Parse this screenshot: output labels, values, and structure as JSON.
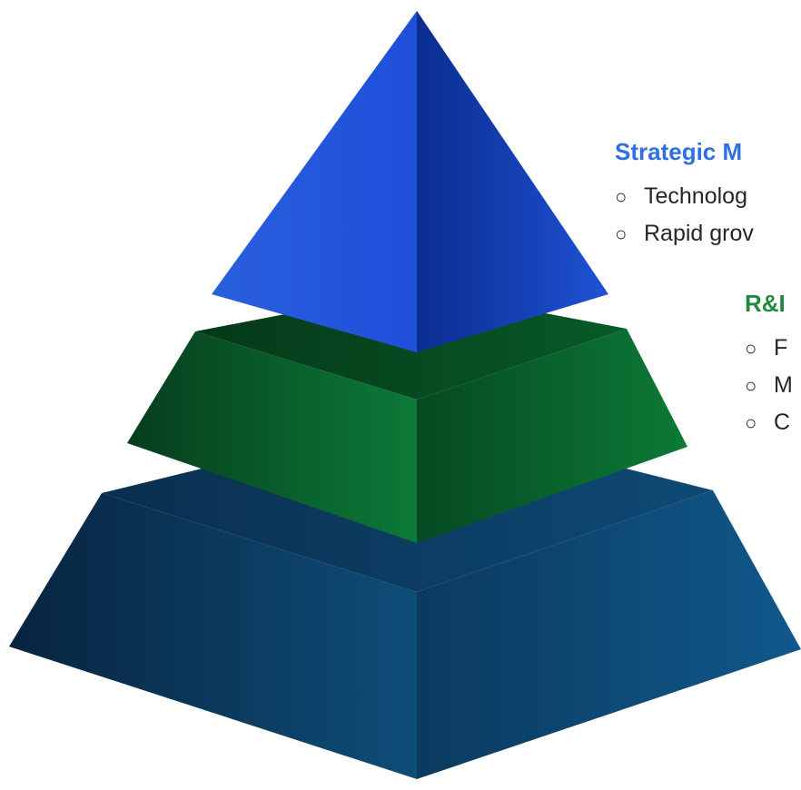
{
  "pyramid": {
    "colors": {
      "top": "#1c47c9",
      "middle": "#0d6a33",
      "bottom": "#0d4a75"
    },
    "levels": [
      {
        "name": "Strategic M",
        "color": "#2f6fe6",
        "items": [
          "Technolog",
          "Rapid grov"
        ]
      },
      {
        "name": "R&I",
        "color": "#1f8a3d",
        "items": [
          "F",
          "M",
          "C"
        ]
      }
    ]
  },
  "bullet_glyph": "○"
}
